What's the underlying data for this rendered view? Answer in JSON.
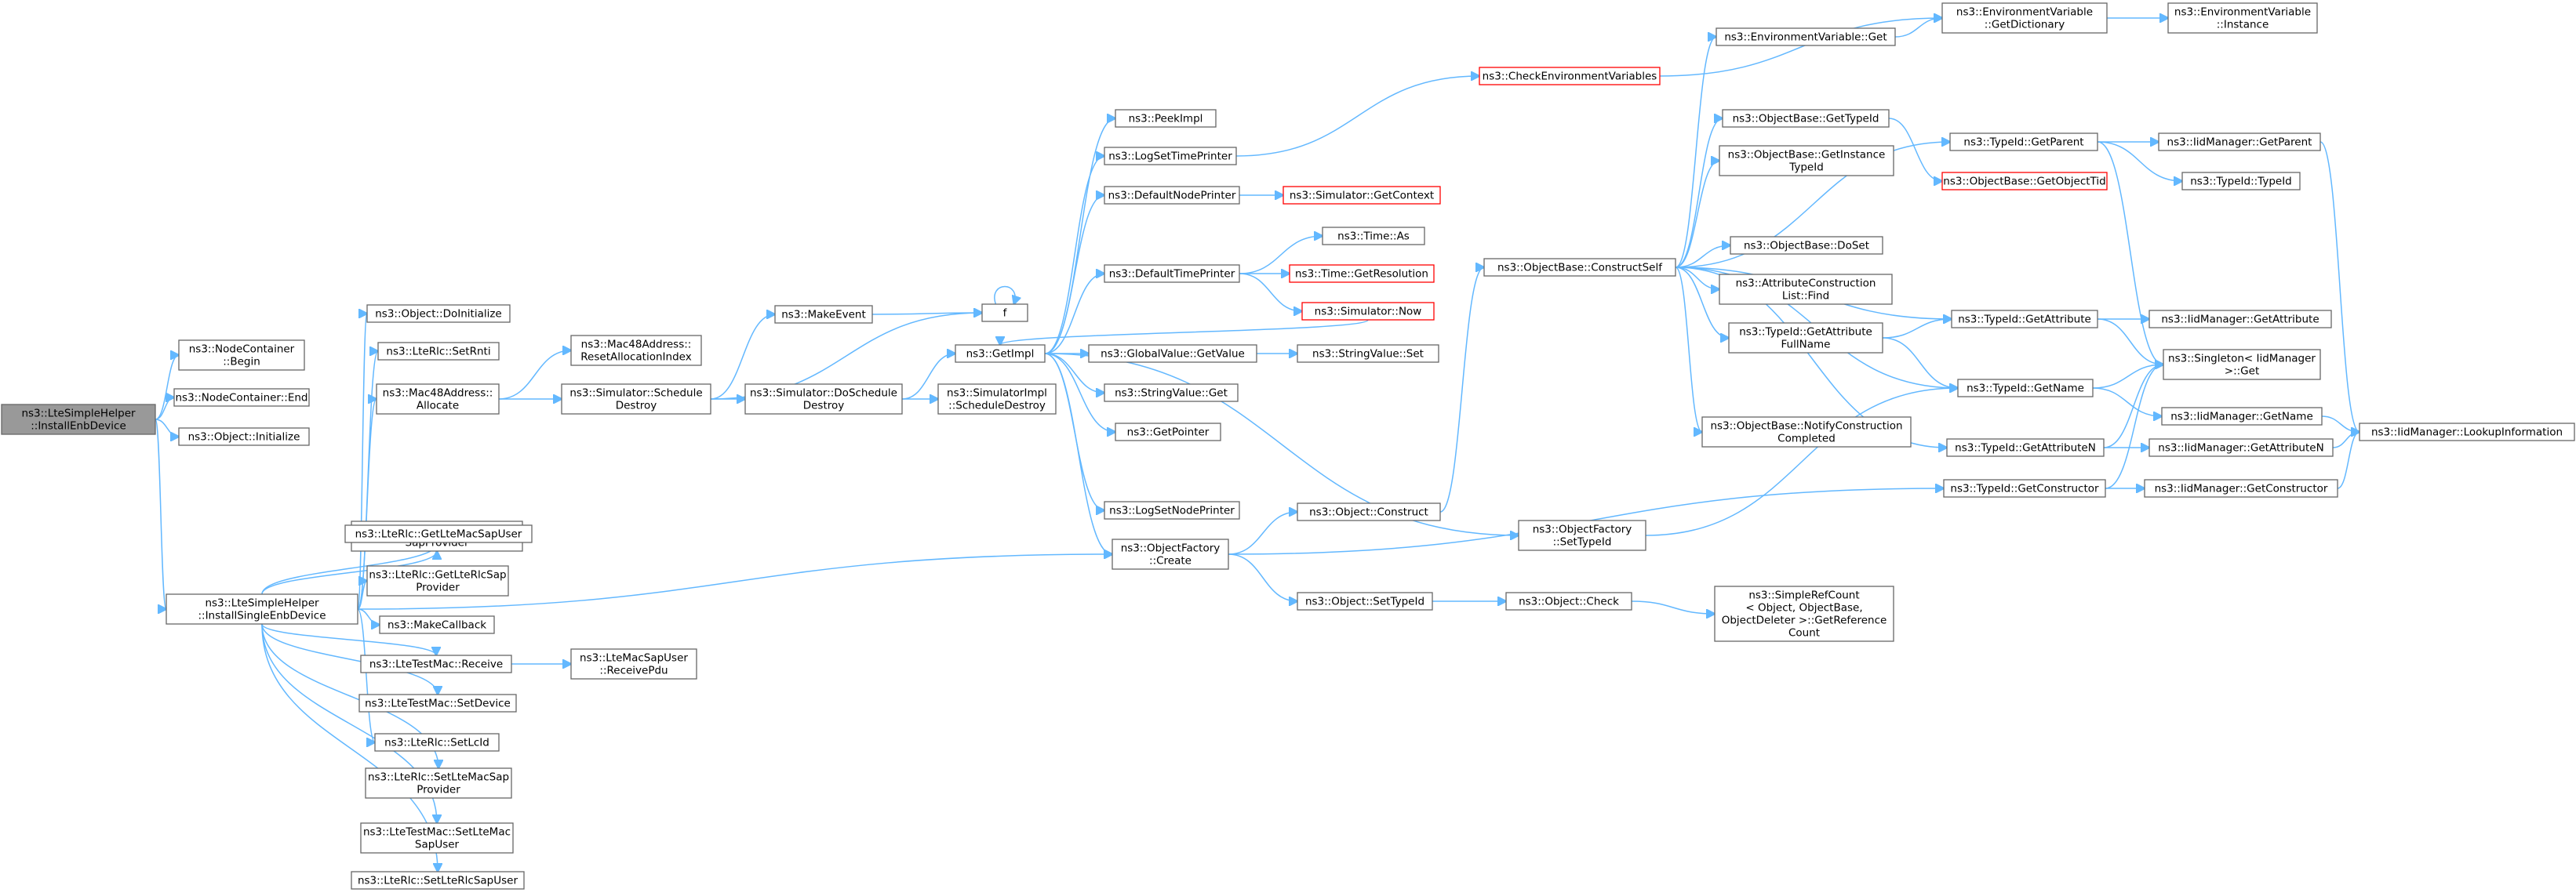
{
  "colors": {
    "edge": "#63b8ff",
    "node_border": "#666666",
    "node_fill": "#ffffff",
    "root_fill": "#999999",
    "root_border": "#666666",
    "truncated_border": "#ff0000"
  },
  "nodes": [
    {
      "id": "root",
      "lines": [
        "ns3::LteSimpleHelper",
        "::InstallEnbDevice"
      ],
      "kind": "root"
    },
    {
      "id": "ncBegin",
      "lines": [
        "ns3::NodeContainer",
        "::Begin"
      ]
    },
    {
      "id": "ncEnd",
      "lines": [
        "ns3::NodeContainer::End"
      ]
    },
    {
      "id": "objInit",
      "lines": [
        "ns3::Object::Initialize"
      ]
    },
    {
      "id": "install1",
      "lines": [
        "ns3::LteSimpleHelper",
        "::InstallSingleEnbDevice"
      ]
    },
    {
      "id": "doInit",
      "lines": [
        "ns3::Object::DoInitialize"
      ]
    },
    {
      "id": "setRnti",
      "lines": [
        "ns3::LteRlc::SetRnti"
      ]
    },
    {
      "id": "macAlloc",
      "lines": [
        "ns3::Mac48Address::",
        "Allocate"
      ]
    },
    {
      "id": "getMacSapProv",
      "lines": [
        "ns3::LteTestMac::GetLteMac",
        "SapProvider"
      ]
    },
    {
      "id": "getMacSapUser",
      "lines": [
        "ns3::LteRlc::GetLteMacSapUser"
      ]
    },
    {
      "id": "getRlcSapProv",
      "lines": [
        "ns3::LteRlc::GetLteRlcSap",
        "Provider"
      ]
    },
    {
      "id": "makeCb",
      "lines": [
        "ns3::MakeCallback"
      ]
    },
    {
      "id": "receive",
      "lines": [
        "ns3::LteTestMac::Receive"
      ]
    },
    {
      "id": "setDevice",
      "lines": [
        "ns3::LteTestMac::SetDevice"
      ]
    },
    {
      "id": "setLcId",
      "lines": [
        "ns3::LteRlc::SetLcId"
      ]
    },
    {
      "id": "setMacSapProv",
      "lines": [
        "ns3::LteRlc::SetLteMacSap",
        "Provider"
      ]
    },
    {
      "id": "setMacSapUser",
      "lines": [
        "ns3::LteTestMac::SetLteMac",
        "SapUser"
      ]
    },
    {
      "id": "setRlcSapUser",
      "lines": [
        "ns3::LteRlc::SetLteRlcSapUser"
      ]
    },
    {
      "id": "resetAlloc",
      "lines": [
        "ns3::Mac48Address::",
        "ResetAllocationIndex"
      ]
    },
    {
      "id": "schedDestroy",
      "lines": [
        "ns3::Simulator::Schedule",
        "Destroy"
      ]
    },
    {
      "id": "receivePdu",
      "lines": [
        "ns3::LteMacSapUser",
        "::ReceivePdu"
      ]
    },
    {
      "id": "makeEvent",
      "lines": [
        "ns3::MakeEvent"
      ]
    },
    {
      "id": "doSchedDestroy",
      "lines": [
        "ns3::Simulator::DoSchedule",
        "Destroy"
      ]
    },
    {
      "id": "f",
      "lines": [
        "f"
      ]
    },
    {
      "id": "getImpl",
      "lines": [
        "ns3::GetImpl"
      ]
    },
    {
      "id": "simImplSched",
      "lines": [
        "ns3::SimulatorImpl",
        "::ScheduleDestroy"
      ]
    },
    {
      "id": "peekImpl",
      "lines": [
        "ns3::PeekImpl"
      ]
    },
    {
      "id": "logSetTime",
      "lines": [
        "ns3::LogSetTimePrinter"
      ]
    },
    {
      "id": "defNode",
      "lines": [
        "ns3::DefaultNodePrinter"
      ]
    },
    {
      "id": "defTime",
      "lines": [
        "ns3::DefaultTimePrinter"
      ]
    },
    {
      "id": "gvGetValue",
      "lines": [
        "ns3::GlobalValue::GetValue"
      ]
    },
    {
      "id": "strValGet",
      "lines": [
        "ns3::StringValue::Get"
      ]
    },
    {
      "id": "getPointer",
      "lines": [
        "ns3::GetPointer"
      ]
    },
    {
      "id": "logSetNode",
      "lines": [
        "ns3::LogSetNodePrinter"
      ]
    },
    {
      "id": "ofCreate",
      "lines": [
        "ns3::ObjectFactory",
        "::Create"
      ]
    },
    {
      "id": "checkEnv",
      "lines": [
        "ns3::CheckEnvironmentVariables"
      ],
      "kind": "truncated"
    },
    {
      "id": "simGetCtx",
      "lines": [
        "ns3::Simulator::GetContext"
      ],
      "kind": "truncated"
    },
    {
      "id": "timeAs",
      "lines": [
        "ns3::Time::As"
      ]
    },
    {
      "id": "timeGetRes",
      "lines": [
        "ns3::Time::GetResolution"
      ],
      "kind": "truncated"
    },
    {
      "id": "simNow",
      "lines": [
        "ns3::Simulator::Now"
      ],
      "kind": "truncated"
    },
    {
      "id": "strValSet",
      "lines": [
        "ns3::StringValue::Set"
      ]
    },
    {
      "id": "ofSetTypeId",
      "lines": [
        "ns3::ObjectFactory",
        "::SetTypeId"
      ]
    },
    {
      "id": "objConstruct",
      "lines": [
        "ns3::Object::Construct"
      ]
    },
    {
      "id": "objSetTypeId",
      "lines": [
        "ns3::Object::SetTypeId"
      ]
    },
    {
      "id": "objCheck",
      "lines": [
        "ns3::Object::Check"
      ]
    },
    {
      "id": "simpleRef",
      "lines": [
        "ns3::SimpleRefCount",
        "< Object, ObjectBase,",
        "ObjectDeleter >::GetReference",
        "Count"
      ]
    },
    {
      "id": "obConstruct",
      "lines": [
        "ns3::ObjectBase::ConstructSelf"
      ]
    },
    {
      "id": "envGet",
      "lines": [
        "ns3::EnvironmentVariable::Get"
      ]
    },
    {
      "id": "obGetTypeId",
      "lines": [
        "ns3::ObjectBase::GetTypeId"
      ]
    },
    {
      "id": "obGetInst",
      "lines": [
        "ns3::ObjectBase::GetInstance",
        "TypeId"
      ]
    },
    {
      "id": "obDoSet",
      "lines": [
        "ns3::ObjectBase::DoSet"
      ]
    },
    {
      "id": "attrFind",
      "lines": [
        "ns3::AttributeConstruction",
        "List::Find"
      ]
    },
    {
      "id": "tidGetAttrFull",
      "lines": [
        "ns3::TypeId::GetAttribute",
        "FullName"
      ]
    },
    {
      "id": "obNotify",
      "lines": [
        "ns3::ObjectBase::NotifyConstruction",
        "Completed"
      ]
    },
    {
      "id": "envGetDict",
      "lines": [
        "ns3::EnvironmentVariable",
        "::GetDictionary"
      ]
    },
    {
      "id": "tidGetParent",
      "lines": [
        "ns3::TypeId::GetParent"
      ]
    },
    {
      "id": "obGetObjTid",
      "lines": [
        "ns3::ObjectBase::GetObjectTid"
      ],
      "kind": "truncated"
    },
    {
      "id": "tidGetAttr",
      "lines": [
        "ns3::TypeId::GetAttribute"
      ]
    },
    {
      "id": "tidGetName",
      "lines": [
        "ns3::TypeId::GetName"
      ]
    },
    {
      "id": "tidGetAttrN",
      "lines": [
        "ns3::TypeId::GetAttributeN"
      ]
    },
    {
      "id": "tidGetCons",
      "lines": [
        "ns3::TypeId::GetConstructor"
      ]
    },
    {
      "id": "envInstance",
      "lines": [
        "ns3::EnvironmentVariable",
        "::Instance"
      ]
    },
    {
      "id": "iidGetParent",
      "lines": [
        "ns3::IidManager::GetParent"
      ]
    },
    {
      "id": "tidTypeId",
      "lines": [
        "ns3::TypeId::TypeId"
      ]
    },
    {
      "id": "iidGetAttr",
      "lines": [
        "ns3::IidManager::GetAttribute"
      ]
    },
    {
      "id": "singletonGet",
      "lines": [
        "ns3::Singleton< IidManager",
        ">::Get"
      ]
    },
    {
      "id": "iidGetName",
      "lines": [
        "ns3::IidManager::GetName"
      ]
    },
    {
      "id": "iidGetAttrN",
      "lines": [
        "ns3::IidManager::GetAttributeN"
      ]
    },
    {
      "id": "iidGetCons",
      "lines": [
        "ns3::IidManager::GetConstructor"
      ]
    },
    {
      "id": "iidLookup",
      "lines": [
        "ns3::IidManager::LookupInformation"
      ]
    }
  ],
  "edges": [
    [
      "root",
      "ncBegin"
    ],
    [
      "root",
      "ncEnd"
    ],
    [
      "root",
      "objInit"
    ],
    [
      "root",
      "install1"
    ],
    [
      "install1",
      "doInit"
    ],
    [
      "install1",
      "setRnti"
    ],
    [
      "install1",
      "macAlloc"
    ],
    [
      "install1",
      "getMacSapProv"
    ],
    [
      "install1",
      "getMacSapUser"
    ],
    [
      "install1",
      "getRlcSapProv"
    ],
    [
      "install1",
      "makeCb"
    ],
    [
      "install1",
      "receive"
    ],
    [
      "install1",
      "setDevice"
    ],
    [
      "install1",
      "setLcId"
    ],
    [
      "install1",
      "setMacSapProv"
    ],
    [
      "install1",
      "setMacSapUser"
    ],
    [
      "install1",
      "setRlcSapUser"
    ],
    [
      "install1",
      "ofCreate"
    ],
    [
      "macAlloc",
      "resetAlloc"
    ],
    [
      "macAlloc",
      "schedDestroy"
    ],
    [
      "receive",
      "receivePdu"
    ],
    [
      "schedDestroy",
      "makeEvent"
    ],
    [
      "schedDestroy",
      "doSchedDestroy"
    ],
    [
      "schedDestroy",
      "f"
    ],
    [
      "makeEvent",
      "f"
    ],
    [
      "f",
      "f"
    ],
    [
      "doSchedDestroy",
      "getImpl"
    ],
    [
      "doSchedDestroy",
      "simImplSched"
    ],
    [
      "getImpl",
      "peekImpl"
    ],
    [
      "getImpl",
      "logSetTime"
    ],
    [
      "getImpl",
      "defNode"
    ],
    [
      "getImpl",
      "defTime"
    ],
    [
      "getImpl",
      "gvGetValue"
    ],
    [
      "getImpl",
      "strValGet"
    ],
    [
      "getImpl",
      "getPointer"
    ],
    [
      "getImpl",
      "logSetNode"
    ],
    [
      "getImpl",
      "ofCreate"
    ],
    [
      "getImpl",
      "ofSetTypeId"
    ],
    [
      "logSetTime",
      "checkEnv"
    ],
    [
      "defNode",
      "simGetCtx"
    ],
    [
      "defTime",
      "timeAs"
    ],
    [
      "defTime",
      "timeGetRes"
    ],
    [
      "defTime",
      "simNow"
    ],
    [
      "simNow",
      "getImpl"
    ],
    [
      "gvGetValue",
      "strValSet"
    ],
    [
      "ofCreate",
      "objConstruct"
    ],
    [
      "ofCreate",
      "objSetTypeId"
    ],
    [
      "ofCreate",
      "tidGetCons"
    ],
    [
      "objConstruct",
      "obConstruct"
    ],
    [
      "objSetTypeId",
      "objCheck"
    ],
    [
      "objCheck",
      "simpleRef"
    ],
    [
      "ofSetTypeId",
      "tidGetName"
    ],
    [
      "checkEnv",
      "envGetDict"
    ],
    [
      "obConstruct",
      "envGet"
    ],
    [
      "obConstruct",
      "obGetTypeId"
    ],
    [
      "obConstruct",
      "obGetInst"
    ],
    [
      "obConstruct",
      "obDoSet"
    ],
    [
      "obConstruct",
      "attrFind"
    ],
    [
      "obConstruct",
      "tidGetAttrFull"
    ],
    [
      "obConstruct",
      "obNotify"
    ],
    [
      "obConstruct",
      "tidGetParent"
    ],
    [
      "obConstruct",
      "tidGetAttr"
    ],
    [
      "obConstruct",
      "tidGetName"
    ],
    [
      "obConstruct",
      "tidGetAttrN"
    ],
    [
      "envGet",
      "envGetDict"
    ],
    [
      "envGetDict",
      "envInstance"
    ],
    [
      "obGetTypeId",
      "obGetObjTid"
    ],
    [
      "tidGetAttrFull",
      "tidGetAttr"
    ],
    [
      "tidGetAttrFull",
      "tidGetName"
    ],
    [
      "tidGetParent",
      "iidGetParent"
    ],
    [
      "tidGetParent",
      "tidTypeId"
    ],
    [
      "tidGetParent",
      "singletonGet"
    ],
    [
      "tidGetAttr",
      "iidGetAttr"
    ],
    [
      "tidGetAttr",
      "singletonGet"
    ],
    [
      "tidGetName",
      "singletonGet"
    ],
    [
      "tidGetName",
      "iidGetName"
    ],
    [
      "tidGetAttrN",
      "singletonGet"
    ],
    [
      "tidGetAttrN",
      "iidGetAttrN"
    ],
    [
      "tidGetCons",
      "singletonGet"
    ],
    [
      "tidGetCons",
      "iidGetCons"
    ],
    [
      "iidGetParent",
      "iidLookup"
    ],
    [
      "iidGetName",
      "iidLookup"
    ],
    [
      "iidGetAttrN",
      "iidLookup"
    ],
    [
      "iidGetCons",
      "iidLookup"
    ]
  ]
}
